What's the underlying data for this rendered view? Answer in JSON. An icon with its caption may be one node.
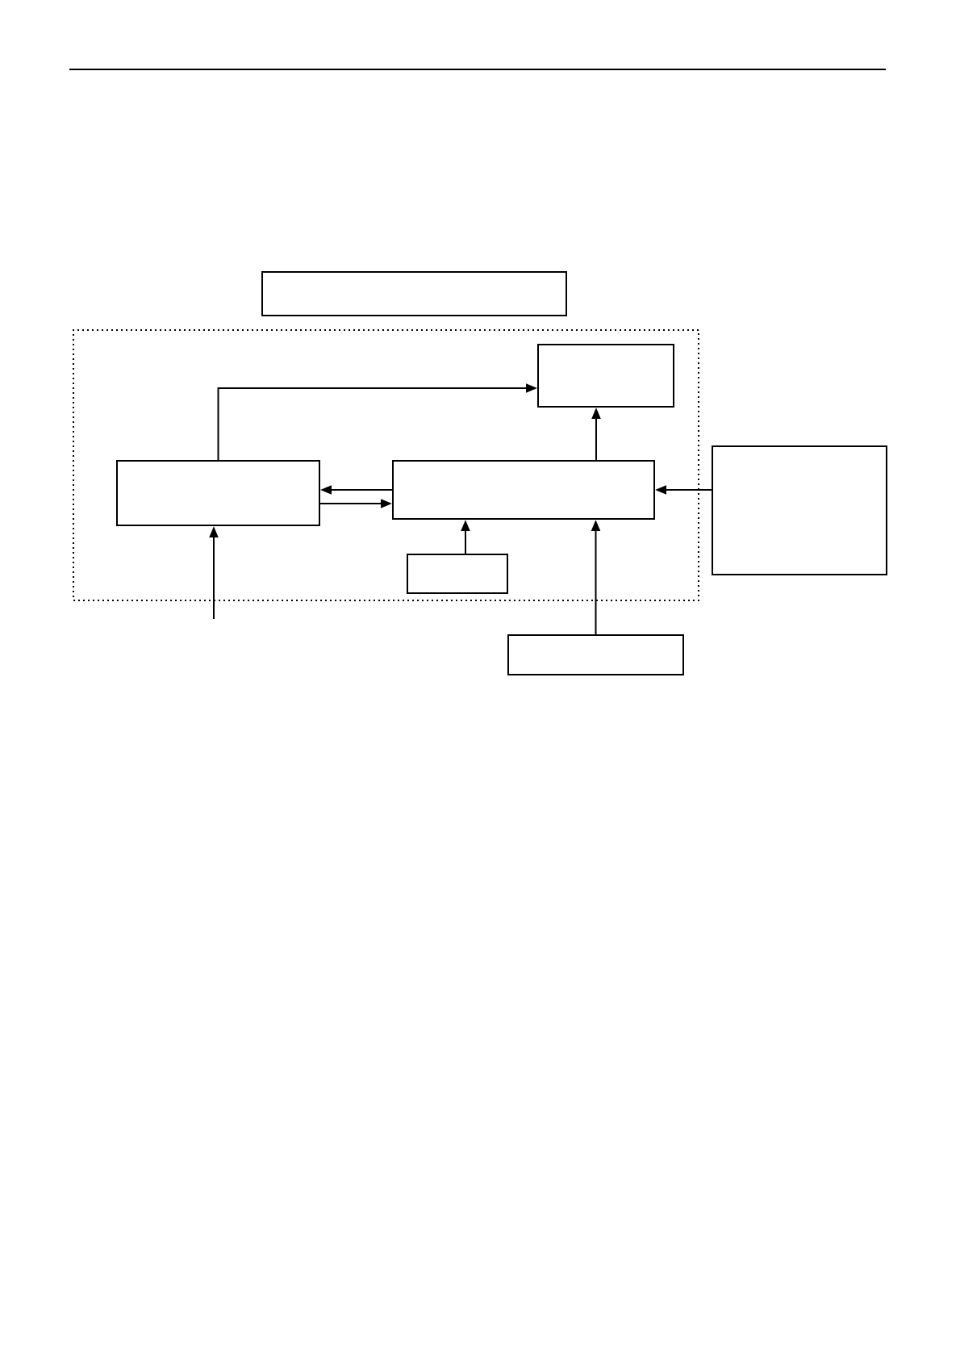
{
  "diagram": {
    "nodes": [
      {
        "text": [],
        "shape": "box"
      },
      {
        "text": [],
        "shape": "box"
      },
      {
        "text": [],
        "shape": "box",
        "in": 1
      },
      {
        "text": [],
        "shape": "box",
        "in": 1
      },
      {
        "text": [],
        "shape": "box",
        "in": 1
      },
      {
        "text": [],
        "shape": "box",
        "in": 1
      },
      {
        "text": [],
        "shape": "box"
      },
      {
        "text": [],
        "shape": "box"
      }
    ],
    "edges": [
      {
        "from": 3,
        "to": 2,
        "arrow": "to"
      },
      {
        "from": 4,
        "to": 2,
        "arrow": "to"
      },
      {
        "from": 4,
        "to": 3,
        "arrow": "to"
      },
      {
        "from": 3,
        "to": 4,
        "arrow": "to"
      },
      {
        "from": 5,
        "to": 4,
        "arrow": "to"
      },
      {
        "from": 7,
        "to": 4,
        "arrow": "to"
      },
      {
        "from": 6,
        "to": 4,
        "arrow": "to"
      },
      {
        "from": null,
        "to": 3,
        "arrow": "to"
      }
    ]
  }
}
